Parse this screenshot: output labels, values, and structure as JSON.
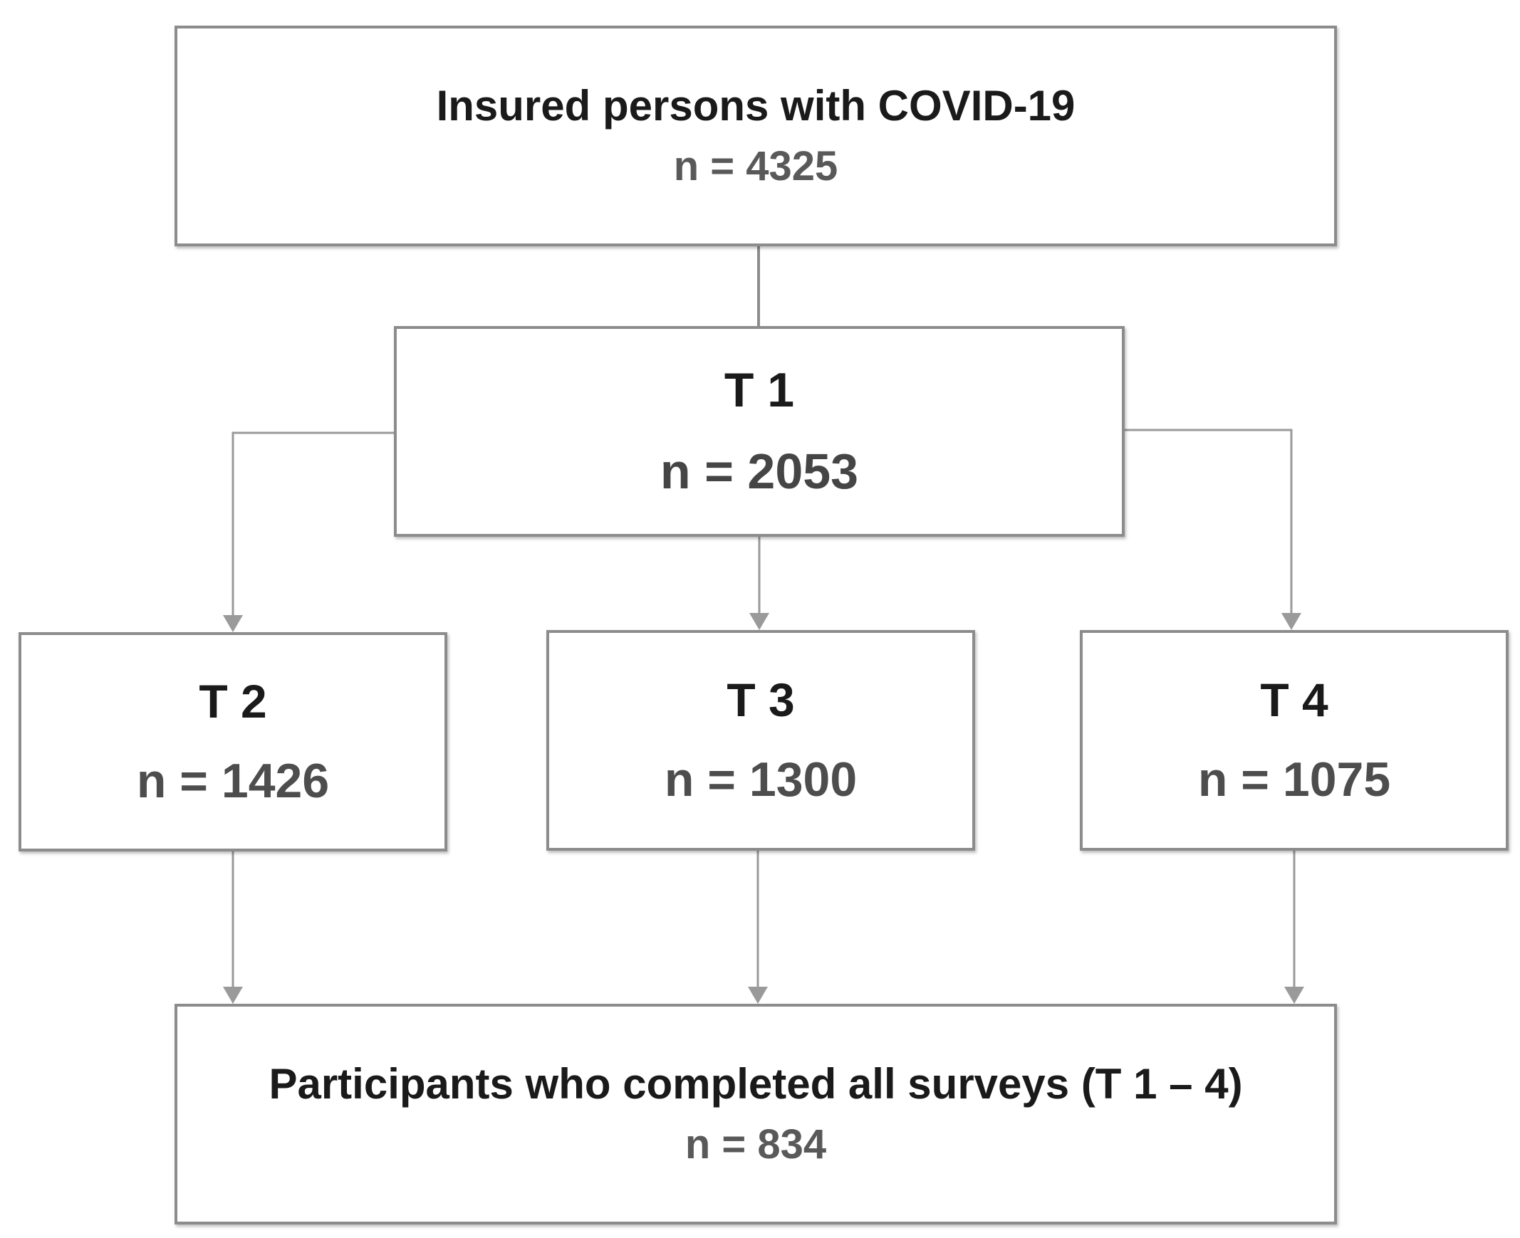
{
  "nodes": {
    "insured": {
      "title": "Insured persons with COVID-19",
      "count": "n = 4325"
    },
    "t1": {
      "title": "T 1",
      "count": "n = 2053"
    },
    "t2": {
      "title": "T 2",
      "count": "n = 1426"
    },
    "t3": {
      "title": "T 3",
      "count": "n = 1300"
    },
    "t4": {
      "title": "T 4",
      "count": "n = 1075"
    },
    "complete": {
      "title": "Participants who completed all surveys (T 1 – 4)",
      "count": "n = 834"
    }
  },
  "edges": [
    {
      "from": "insured",
      "to": "t1"
    },
    {
      "from": "t1",
      "to": "t2"
    },
    {
      "from": "t1",
      "to": "t3"
    },
    {
      "from": "t1",
      "to": "t4"
    },
    {
      "from": "t2",
      "to": "complete"
    },
    {
      "from": "t3",
      "to": "complete"
    },
    {
      "from": "t4",
      "to": "complete"
    }
  ],
  "colors": {
    "border": "#8c8c8c",
    "connector": "#9a9a9a",
    "title_text": "#1a1a1a",
    "count_text": "#595959"
  }
}
